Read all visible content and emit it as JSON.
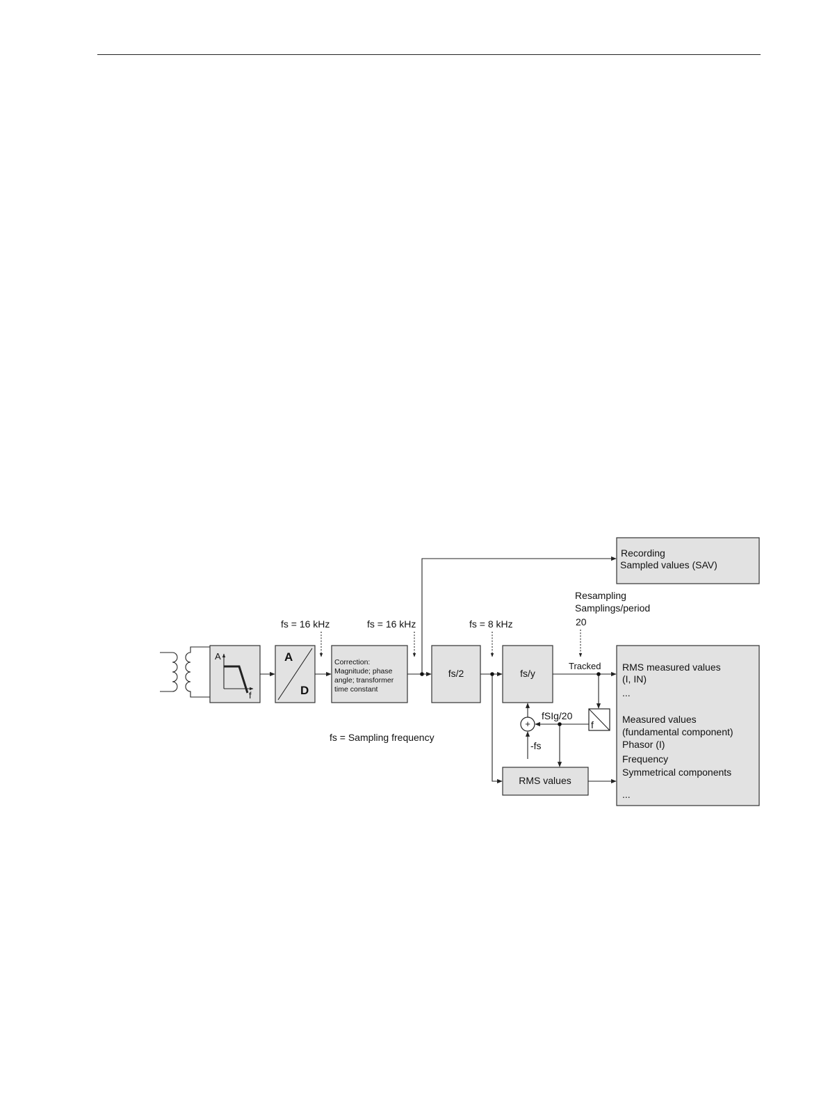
{
  "labels": {
    "recording_line1": "Recording",
    "recording_line2": "Sampled values (SAV)",
    "fs_16khz_a": "fs = 16 kHz",
    "fs_16khz_b": "fs = 16 kHz",
    "fs_8khz": "fs = 8 kHz",
    "resampling": "Resampling",
    "samplings_period": "Samplings/period",
    "samplings_value": "20",
    "tracked": "Tracked",
    "filter_a": "A",
    "filter_f": "f",
    "ad_a": "A",
    "ad_d": "D",
    "correction_1": "Correction:",
    "correction_2": "Magnitude; phase",
    "correction_3": "angle; transformer",
    "correction_4": "time constant",
    "fs_half": "fs/2",
    "fs_y": "fs/y",
    "rms_values": "RMS values",
    "plus": "+",
    "minus_fs": "-fs",
    "fsig20": "fSIg/20",
    "freq_f": "f",
    "sampling_freq_note": "fs = Sampling frequency",
    "out_1": "RMS measured values",
    "out_2": "(I, IN)",
    "out_3": "...",
    "out_4": "Measured values",
    "out_5": "(fundamental component)",
    "out_6": "Phasor (I)",
    "out_7": "Frequency",
    "out_8": "Symmetrical components",
    "out_9": "..."
  },
  "colors": {
    "box_fill": "#e2e2e2",
    "stroke": "#333333"
  }
}
